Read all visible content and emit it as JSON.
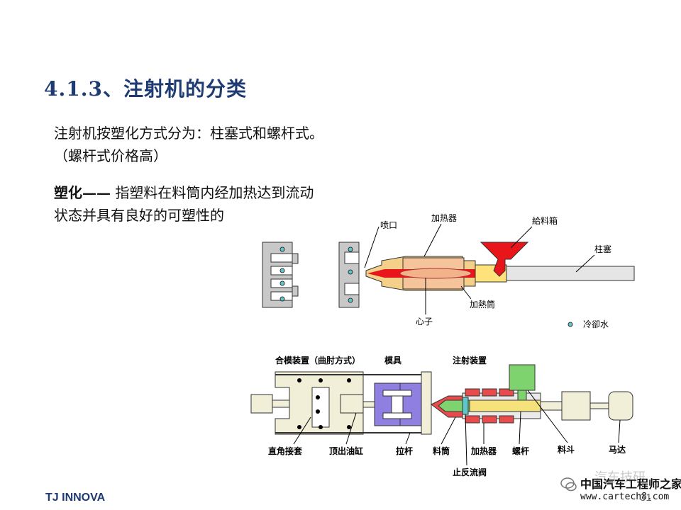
{
  "slide": {
    "title": "4.1.3、注射机的分类",
    "para1_line1": "注射机按塑化方式分为：柱塞式和螺杆式。",
    "para1_line2": "（螺杆式价格高）",
    "para2_term": "塑化——",
    "para2_line1_rest": " 指塑料在料筒内经加热达到流动",
    "para2_line2": "状态并具有良好的可塑性的"
  },
  "diagram1": {
    "labels": {
      "nozzle": "喷口",
      "heater": "加热器",
      "hopper": "給料箱",
      "plunger": "柱塞",
      "heating_barrel": "加熱筒",
      "core": "心子",
      "cooling_water": "冷卻水"
    },
    "colors": {
      "melt": "#e8161b",
      "pellet": "#ffe37a",
      "core": "#f3b38a",
      "mold": "#c8c8c8"
    }
  },
  "diagram2": {
    "labels": {
      "clamping": "合模装置（曲肘方式）",
      "mold": "模具",
      "injection": "注射装置",
      "square_sleeve": "直角接套",
      "ejector_cylinder": "顶出油缸",
      "tie_bar": "拉杆",
      "barrel": "料筒",
      "heater": "加热器",
      "screw": "螺杆",
      "hopper": "料斗",
      "motor": "马达",
      "check_valve": "止反流阀"
    },
    "colors": {
      "clamp": "#f2efd9",
      "mold": "#8f7fe0",
      "heater": "#e84b4b",
      "screw": "#f5e27a",
      "hopper": "#7fd36f"
    }
  },
  "footer": {
    "brand": "TJ INNOVA",
    "page": "31",
    "watermark_faded": "汽车技研",
    "watermark_line1": "中国汽车工程师之家",
    "watermark_line2": "www.cartech8.com"
  }
}
